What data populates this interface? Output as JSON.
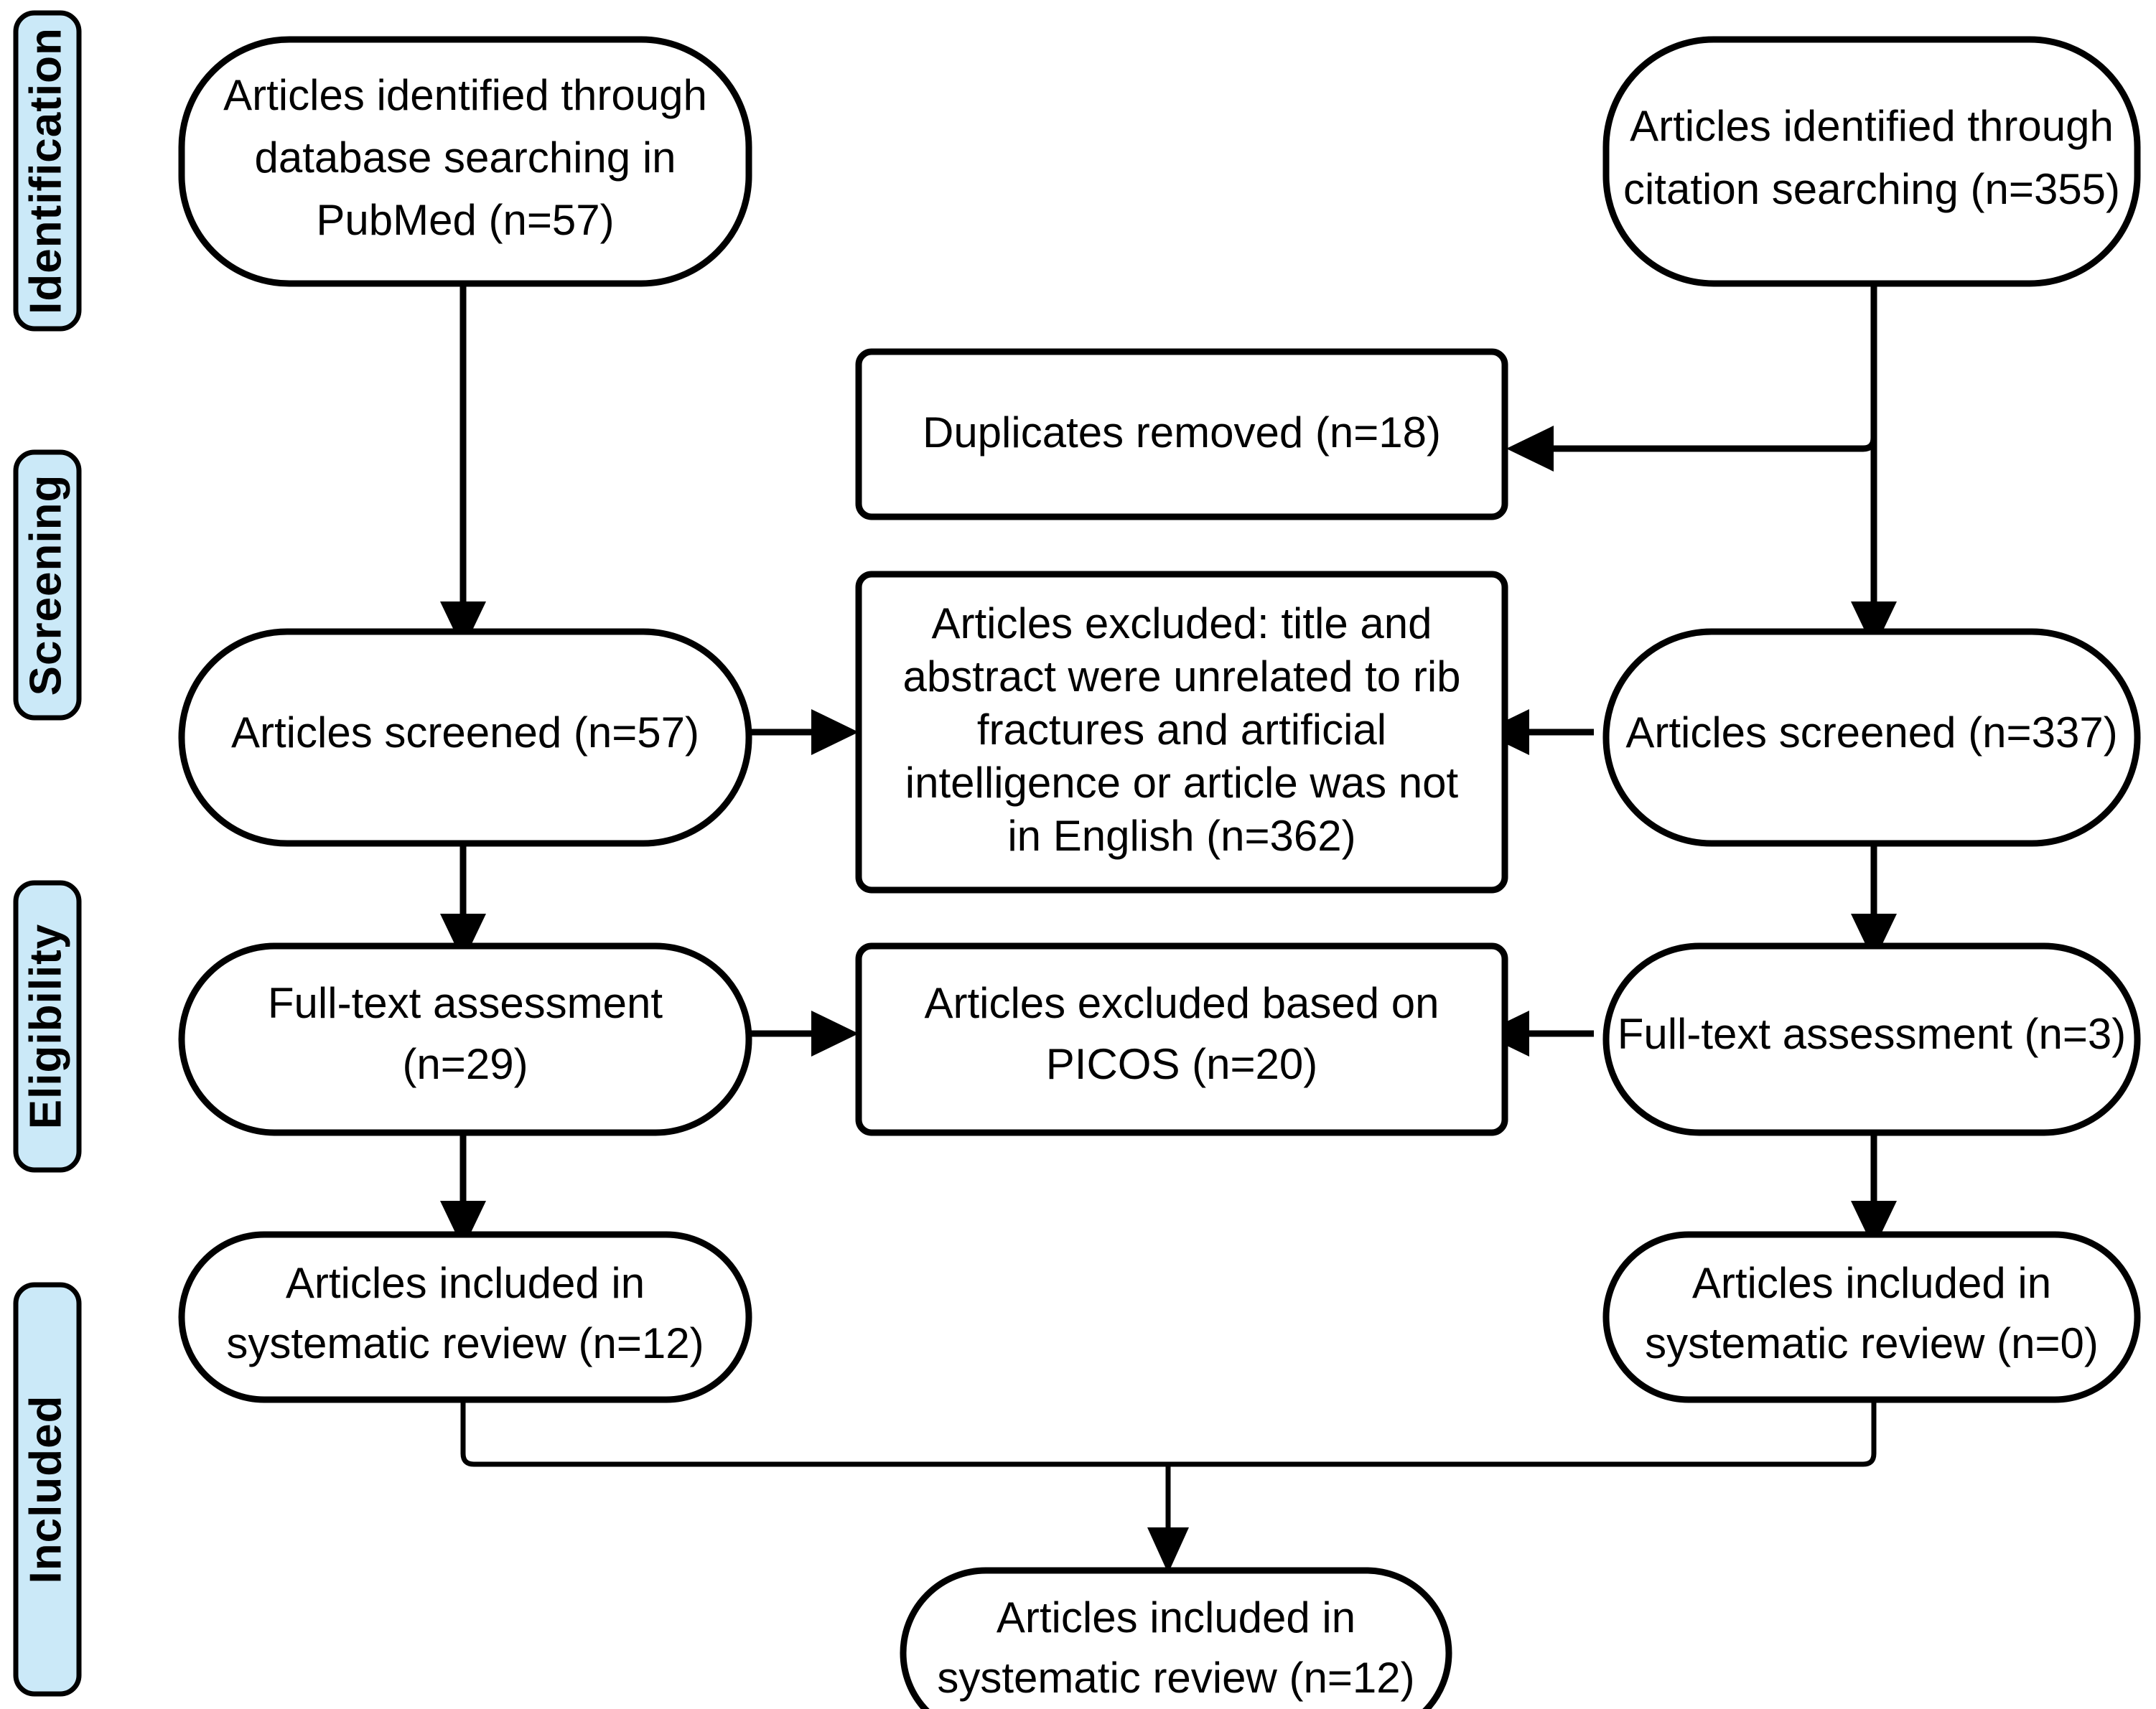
{
  "diagram": {
    "title": "PRISMA flow diagram",
    "accent_color": "#cbe9f8",
    "line_color": "#000000",
    "node_fill": "#ffffff"
  },
  "stages": [
    {
      "id": "identification",
      "label": "Identification"
    },
    {
      "id": "screening",
      "label": "Screening"
    },
    {
      "id": "eligibility",
      "label": "Eligibility"
    },
    {
      "id": "included",
      "label": "Included"
    }
  ],
  "nodes": {
    "db_identified": {
      "shape": "rounded",
      "lines": [
        "Articles identified through",
        "database searching in",
        "PubMed (n=57)"
      ]
    },
    "citation_identified": {
      "shape": "rounded",
      "lines": [
        "Articles identified through",
        "citation searching (n=355)"
      ]
    },
    "duplicates_removed": {
      "shape": "rect",
      "lines": [
        "Duplicates removed (n=18)"
      ]
    },
    "left_screened": {
      "shape": "rounded",
      "lines": [
        "Articles screened (n=57)"
      ]
    },
    "excluded_title_abstract": {
      "shape": "rect",
      "lines": [
        "Articles excluded: title and",
        "abstract were unrelated to rib",
        "fractures and artificial",
        "intelligence or article was not",
        "in English (n=362)"
      ]
    },
    "right_screened": {
      "shape": "rounded",
      "lines": [
        "Articles screened (n=337)"
      ]
    },
    "left_fulltext": {
      "shape": "rounded",
      "lines": [
        "Full-text assessment",
        "(n=29)"
      ]
    },
    "excluded_picos": {
      "shape": "rect",
      "lines": [
        "Articles excluded based on",
        "PICOS (n=20)"
      ]
    },
    "right_fulltext": {
      "shape": "rounded",
      "lines": [
        "Full-text assessment (n=3)"
      ]
    },
    "left_included": {
      "shape": "rounded",
      "lines": [
        "Articles included in",
        "systematic review  (n=12)"
      ]
    },
    "right_included": {
      "shape": "rounded",
      "lines": [
        "Articles included in",
        "systematic review  (n=0)"
      ]
    },
    "final_included": {
      "shape": "rounded",
      "lines": [
        "Articles included in",
        "systematic review (n=12)"
      ]
    }
  },
  "chart_data": {
    "type": "flowchart",
    "title": "PRISMA flow diagram",
    "counts": {
      "database_searching_pubmed": 57,
      "citation_searching": 355,
      "duplicates_removed": 18,
      "left_screened": 57,
      "right_screened": 337,
      "excluded_title_abstract_language": 362,
      "left_full_text_assessed": 29,
      "right_full_text_assessed": 3,
      "excluded_picos": 20,
      "left_included": 12,
      "right_included": 0,
      "total_included": 12
    }
  }
}
